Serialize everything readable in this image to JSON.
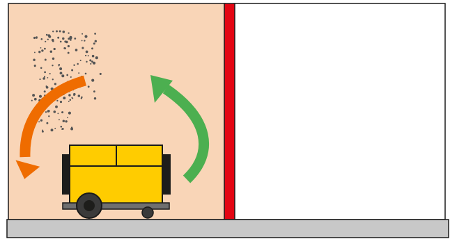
{
  "colors": {
    "background": "#ffffff",
    "room_fill": "#f9d5b7",
    "outline": "#1a1a1a",
    "floor": "#c8c8c8",
    "wall": "#e30613",
    "device_body": "#ffcc00",
    "device_dark": "#1d1d1b",
    "wheel": "#3a3a3a",
    "chassis": "#6f6f6f",
    "arrow_return": "#ef6c00",
    "arrow_intake": "#4caf50",
    "particles": "#555555"
  },
  "elements": {
    "room": "treated-room",
    "adjacent_room": "adjacent-room",
    "wall": "separating-wall",
    "floor": "floor",
    "device": "air-scrubber-unit",
    "arrow_return": "return-airflow-arrow",
    "arrow_intake": "intake-airflow-arrow",
    "particles": "airborne-particles"
  }
}
